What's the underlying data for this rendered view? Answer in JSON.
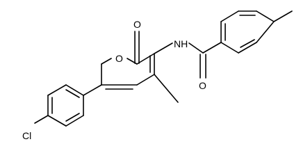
{
  "structure": {
    "atoms": {
      "carbonyl_oxygen": "O",
      "ring_oxygen": "O",
      "amide_nitrogen": "NH",
      "amide_oxygen": "O",
      "chlorine": "Cl"
    },
    "colors": {
      "ink": "#000000",
      "background": "#ffffff"
    }
  }
}
